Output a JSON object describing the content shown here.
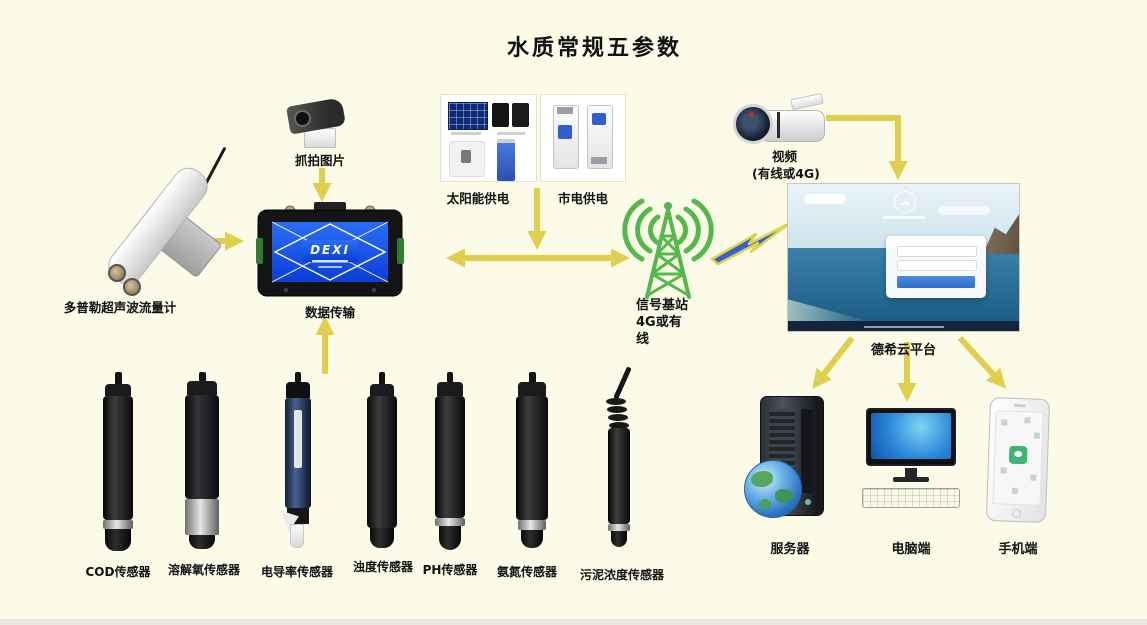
{
  "title": "水质常规五参数",
  "nodes": {
    "snapshot_camera": {
      "label": "抓拍图片"
    },
    "flow_meter": {
      "label": "多普勒超声波流量计"
    },
    "data_transfer": {
      "label": "数据传输",
      "device_brand": "DEXI"
    },
    "solar_power": {
      "label": "太阳能供电"
    },
    "mains_power": {
      "label": "市电供电"
    },
    "signal_tower": {
      "label_lines": [
        "信号基站",
        "4G或有",
        "线"
      ]
    },
    "video_camera": {
      "label_lines": [
        "视频",
        "(有线或4G)"
      ]
    },
    "cloud_platform": {
      "label": "德希云平台"
    },
    "server": {
      "label": "服务器"
    },
    "pc": {
      "label": "电脑端"
    },
    "mobile": {
      "label": "手机端"
    }
  },
  "sensors": [
    {
      "label": "COD传感器"
    },
    {
      "label": "溶解氧传感器"
    },
    {
      "label": "电导率传感器"
    },
    {
      "label": "浊度传感器"
    },
    {
      "label": "PH传感器"
    },
    {
      "label": "氨氮传感器"
    },
    {
      "label": "污泥浓度传感器"
    }
  ],
  "colors": {
    "background": "#FBFBE8",
    "arrow_yellow": "#E0CF4C",
    "tower_green": "#54B84A",
    "bolt_blue": "#3761C9",
    "gateway_panel_blue": "#1A52E0"
  }
}
